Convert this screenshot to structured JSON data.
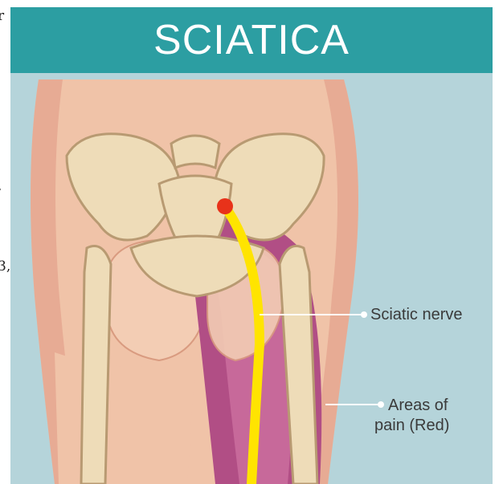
{
  "diagram": {
    "title": "SCIATICA",
    "labels": {
      "sciatic_nerve": "Sciatic nerve",
      "pain_areas_line1": "Areas of",
      "pain_areas_line2": "pain (Red)"
    }
  },
  "edge_text": [
    "r",
    ",",
    "3,"
  ],
  "colors": {
    "banner": "#2c9ea2",
    "background": "#b5d4da",
    "skin": "#f0c3a8",
    "bone": "#eedcb8",
    "pain_area": "#b14e85",
    "nerve": "#ffe400",
    "origin_point": "#e8321a"
  }
}
